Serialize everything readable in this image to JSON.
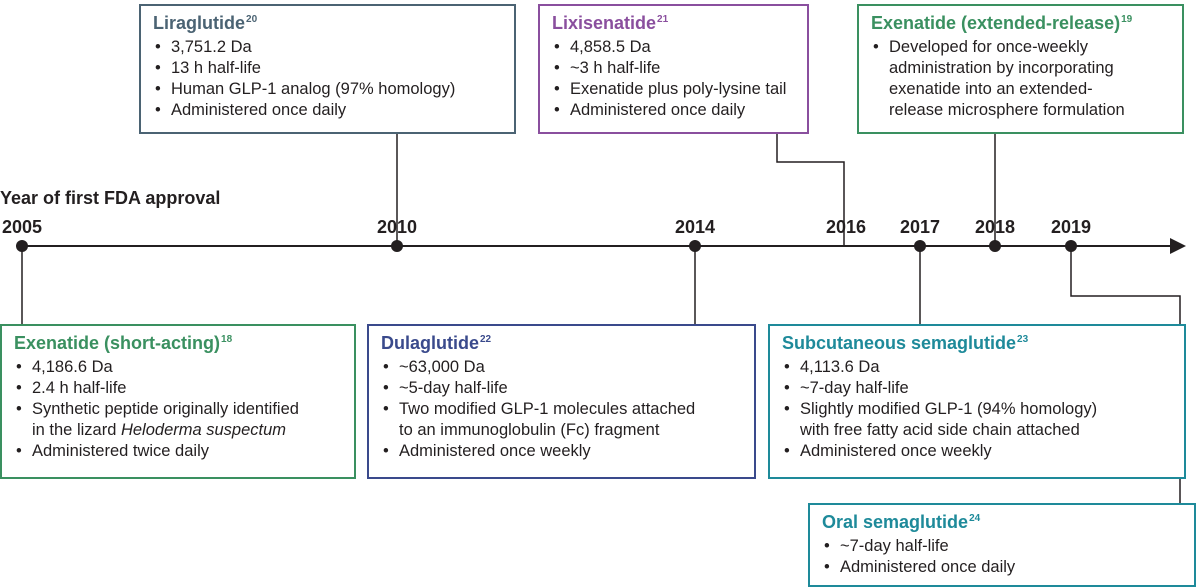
{
  "timeline": {
    "axis_label": "Year of first FDA approval",
    "years": [
      "2005",
      "2010",
      "2014",
      "2016",
      "2017",
      "2018",
      "2019"
    ],
    "line_color": "#231f20"
  },
  "boxes": {
    "liraglutide": {
      "title": "Liraglutide",
      "ref": "20",
      "items": [
        "3,751.2 Da",
        "13 h half-life",
        "Human GLP-1 analog (97% homology)",
        "Administered once daily"
      ]
    },
    "lixisenatide": {
      "title": "Lixisenatide",
      "ref": "21",
      "items": [
        "4,858.5 Da",
        "~3 h half-life",
        "Exenatide plus poly-lysine tail",
        "Administered once daily"
      ]
    },
    "exenatide_er": {
      "title": "Exenatide (extended-release)",
      "ref": "19",
      "item_lines": [
        "Developed for once-weekly",
        "administration by incorporating",
        "exenatide into an extended-",
        "release microsphere formulation"
      ]
    },
    "exenatide_sa": {
      "title": "Exenatide (short-acting)",
      "ref": "18",
      "items": [
        "4,186.6 Da",
        "2.4 h half-life"
      ],
      "item3_line1": "Synthetic peptide originally identified",
      "item3_line2_prefix": "in the lizard ",
      "item3_line2_italic": "Heloderma suspectum",
      "item4": "Administered twice daily"
    },
    "dulaglutide": {
      "title": "Dulaglutide",
      "ref": "22",
      "items": [
        "~63,000 Da",
        "~5-day half-life"
      ],
      "item3_lines": [
        "Two modified GLP-1 molecules attached",
        "to an immunoglobulin (Fc) fragment"
      ],
      "item4": "Administered once weekly"
    },
    "semaglutide_sc": {
      "title": "Subcutaneous semaglutide",
      "ref": "23",
      "items": [
        "4,113.6 Da",
        "~7-day half-life"
      ],
      "item3_lines": [
        "Slightly modified GLP-1 (94% homology)",
        "with free fatty acid side chain attached"
      ],
      "item4": "Administered once weekly"
    },
    "semaglutide_oral": {
      "title": "Oral semaglutide",
      "ref": "24",
      "items": [
        "~7-day half-life",
        "Administered once daily"
      ]
    }
  },
  "colors": {
    "liraglutide": "#4b6373",
    "lixisenatide": "#8a4f9e",
    "exenatide": "#3a9060",
    "dulaglutide": "#3a4a8c",
    "semaglutide": "#1e8a9a"
  }
}
